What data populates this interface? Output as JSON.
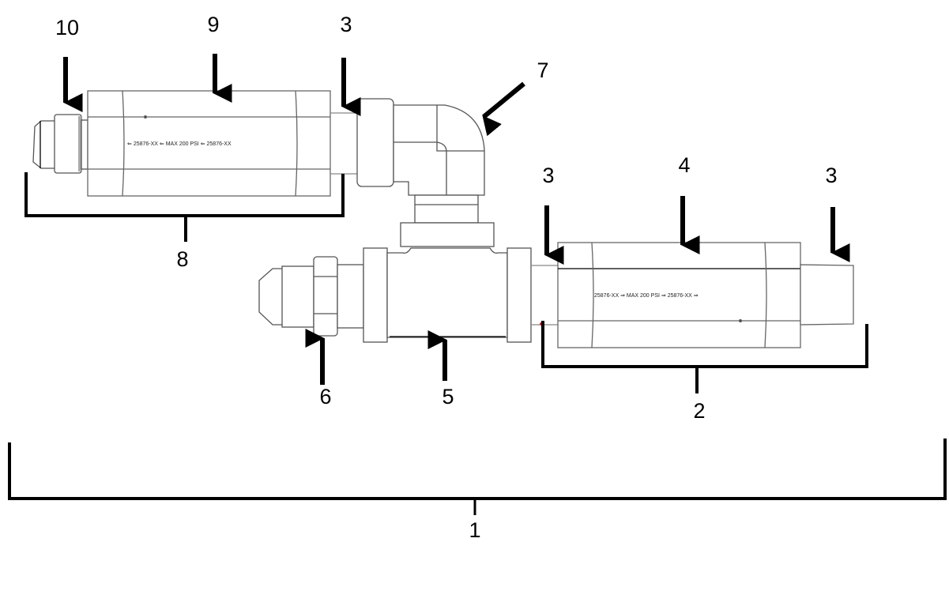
{
  "diagram": {
    "type": "exploded assembly callout diagram",
    "callouts": [
      {
        "id": "callout-10",
        "label": "10",
        "target": "end fitting (left, upper filter)"
      },
      {
        "id": "callout-9",
        "label": "9",
        "target": "upper filter body"
      },
      {
        "id": "callout-3a",
        "label": "3",
        "target": "connector between upper filter and elbow"
      },
      {
        "id": "callout-7",
        "label": "7",
        "target": "90-degree elbow"
      },
      {
        "id": "callout-8",
        "label": "8",
        "target": "upper filter assembly bracket"
      },
      {
        "id": "callout-3b",
        "label": "3",
        "target": "connector between tee and lower filter"
      },
      {
        "id": "callout-4",
        "label": "4",
        "target": "lower filter body"
      },
      {
        "id": "callout-3c",
        "label": "3",
        "target": "outlet connector (right)"
      },
      {
        "id": "callout-6",
        "label": "6",
        "target": "hex nut fitting"
      },
      {
        "id": "callout-5",
        "label": "5",
        "target": "tee body"
      },
      {
        "id": "callout-2",
        "label": "2",
        "target": "lower filter assembly bracket"
      },
      {
        "id": "callout-1",
        "label": "1",
        "target": "complete assembly bracket"
      }
    ],
    "upper_filter_marking": [
      "25876-XX",
      "MAX 200 PSI",
      "25876-XX"
    ],
    "lower_filter_marking": [
      "25876-XX",
      "MAX 200 PSI",
      "25876-XX"
    ],
    "upper_flow_direction": "left",
    "lower_flow_direction": "right",
    "colors": {
      "line": "#000000",
      "part_outline": "#888888",
      "marker": "#e02020"
    }
  }
}
